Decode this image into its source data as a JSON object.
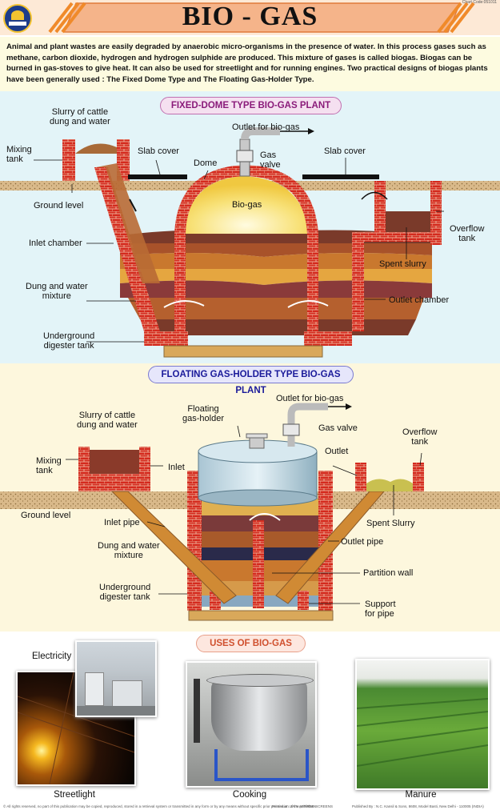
{
  "chart_code": "Chart Code:051011",
  "title": "BIO - GAS",
  "intro": "Animal and plant wastes are easily degraded by anaerobic micro-organisms in the presence of water. In this process gases such as methane, carbon dioxide, hydrogen and hydrogen sulphide are produced. This mixture of gases is called biogas. Biogas can be burned in gas-stoves to give heat. It can also be used for streetlight and for running engines. Two practical designs of biogas plants have been generally used : The Fixed Dome Type and The Floating Gas-Holder Type.",
  "fixed_dome": {
    "heading": "FIXED-DOME TYPE BIO-GAS PLANT",
    "labels": {
      "slurry": "Slurry of cattle",
      "slurry2": "dung and water",
      "mixing": "Mixing",
      "mixing2": "tank",
      "slab_left": "Slab cover",
      "dome": "Dome",
      "outlet_gas": "Outlet for bio-gas",
      "gas_valve": "Gas",
      "gas_valve2": "valve",
      "slab_right": "Slab cover",
      "ground": "Ground level",
      "biogas": "Bio-gas",
      "inlet_chamber": "Inlet chamber",
      "overflow": "Overflow",
      "overflow2": "tank",
      "spent": "Spent slurry",
      "dung": "Dung and water",
      "dung2": "mixture",
      "outlet_chamber": "Outlet chamber",
      "underground": "Underground",
      "underground2": "digester tank"
    }
  },
  "floating": {
    "heading": "FLOATING GAS-HOLDER TYPE BIO-GAS PLANT",
    "labels": {
      "floating": "Floating",
      "floating2": "gas-holder",
      "outlet_gas": "Outlet for bio-gas",
      "slurry": "Slurry of cattle",
      "slurry2": "dung and water",
      "gas_valve": "Gas valve",
      "overflow": "Overflow",
      "overflow2": "tank",
      "mixing": "Mixing",
      "mixing2": "tank",
      "inlet": "Inlet",
      "outlet": "Outlet",
      "ground": "Ground level",
      "spent": "Spent Slurry",
      "inlet_pipe": "Inlet pipe",
      "dung": "Dung and water",
      "dung2": "mixture",
      "outlet_pipe": "Outlet pipe",
      "partition": "Partition wall",
      "underground": "Underground",
      "underground2": "digester tank",
      "support": "Support",
      "support2": "for pipe"
    }
  },
  "uses": {
    "heading": "USES OF BIO-GAS",
    "electricity": "Electricity",
    "streetlight": "Streetlight",
    "cooking": "Cooking",
    "manure": "Manure"
  },
  "footer": {
    "left": "© All rights reserved, no part of this publication may be copied, reproduced, stored in a retrieval system or transmitted in any form or by any means without specific prior permission of the publishers",
    "mid": "Printed at : JAIN AFFIRED SCREENS",
    "right": "Published By : N.C. Kansil & Sons, 8608, Model Basti, New Delhi - 110005 (INDIA)"
  },
  "colors": {
    "brick": "#d42a1e",
    "header_bg": "#fde9d6",
    "orange": "#f08a2a",
    "blue_section": "#e3f4f8",
    "yellow_section": "#fdf7dd"
  }
}
